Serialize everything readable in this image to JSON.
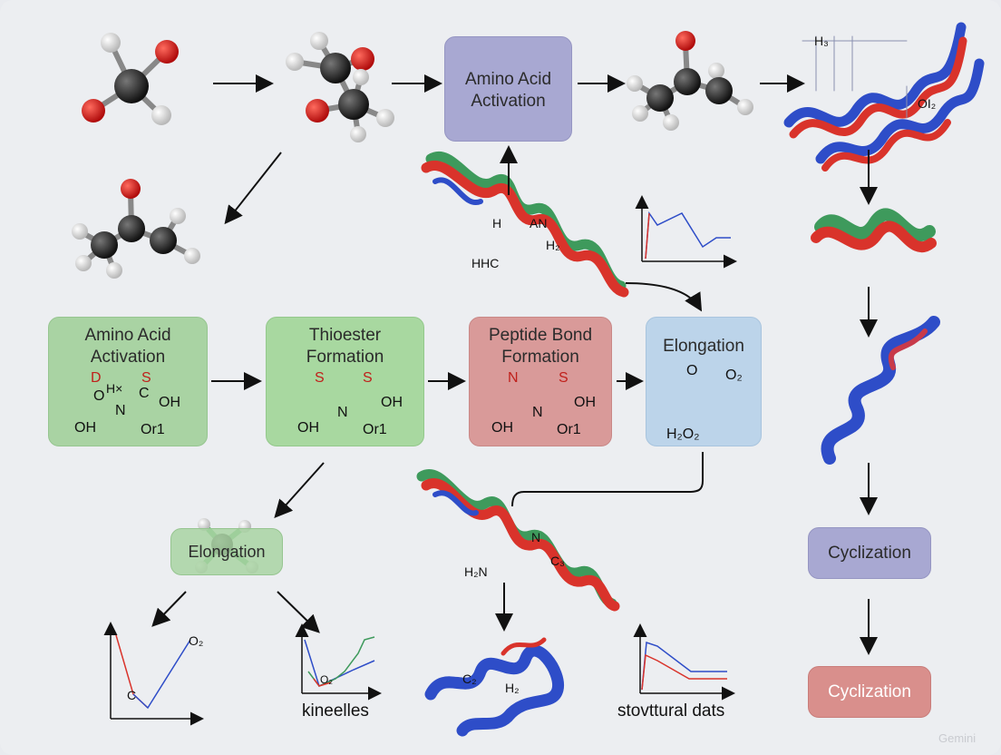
{
  "nodes": {
    "activation_top": "Amino Acid Activation",
    "activation_left": "Amino Acid Activation",
    "thioester": "Thioester Formation",
    "peptide_bond": "Peptide Bond Formation",
    "elongation_right": "Elongation",
    "elongation_small": "Elongation",
    "cyclization_purple": "Cyclization",
    "cyclization_red": "Cyclization"
  },
  "chem": {
    "act_d": "D",
    "act_s": "S",
    "act_hx": "H×",
    "o1": "O",
    "c1": "C",
    "oh1": "OH",
    "n1": "N",
    "oh2": "OH",
    "or1a": "Or1",
    "thio_s1": "S",
    "thio_s2": "S",
    "oh3": "OH",
    "n2": "N",
    "oh4": "OH",
    "or1b": "Or1",
    "pep_n": "N",
    "pep_s": "S",
    "oh5": "OH",
    "n3": "N",
    "oh6": "OH",
    "or1c": "Or1",
    "el_o": "O",
    "el_o2": "O₂",
    "el_h2o2": "H₂O₂",
    "helix_h": "H",
    "helix_an": "AN",
    "helix_h2": "H₂",
    "helix_hhc": "HHC",
    "top_h3": "H₃",
    "top_oi2": "OI₂",
    "mid_n": "N",
    "mid_c": "C₃",
    "mid_h2n": "H₂N",
    "bot_c2": "C₂",
    "bot_h2": "H₂",
    "graph_o2": "O₂",
    "graph_c": "C",
    "graph_o2b": "O₂"
  },
  "captions": {
    "kineelles": "kineelles",
    "structural": "stovttural dats"
  },
  "watermark": "Gemini",
  "colors": {
    "purple": "#a8a8d2",
    "green": "#a9d3a3",
    "rose": "#d99a99",
    "blue": "#bcd4ea",
    "helix_red": "#d9332b",
    "helix_blue": "#2e4dc8",
    "helix_green": "#3e9a5c"
  }
}
